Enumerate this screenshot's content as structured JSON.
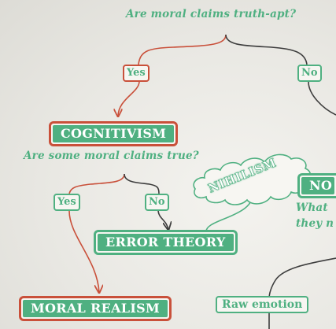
{
  "questions": {
    "truth_apt": "Are moral claims truth-apt?",
    "true": "Are some moral claims true?",
    "what_partial": "What",
    "they_partial": "they n"
  },
  "answers": {
    "yes1": "Yes",
    "no1": "No",
    "yes2": "Yes",
    "no2": "No"
  },
  "positions": {
    "cognitivism": "COGNITIVISM",
    "error_theory": "ERROR THEORY",
    "moral_realism": "MORAL REALISM",
    "nihilism": "NIHILISM",
    "noncog_partial": "NO",
    "raw_emotion": "Raw emotion"
  },
  "colors": {
    "green": "#4fb081",
    "red": "#c9503a",
    "dark": "#3d3d3d"
  }
}
